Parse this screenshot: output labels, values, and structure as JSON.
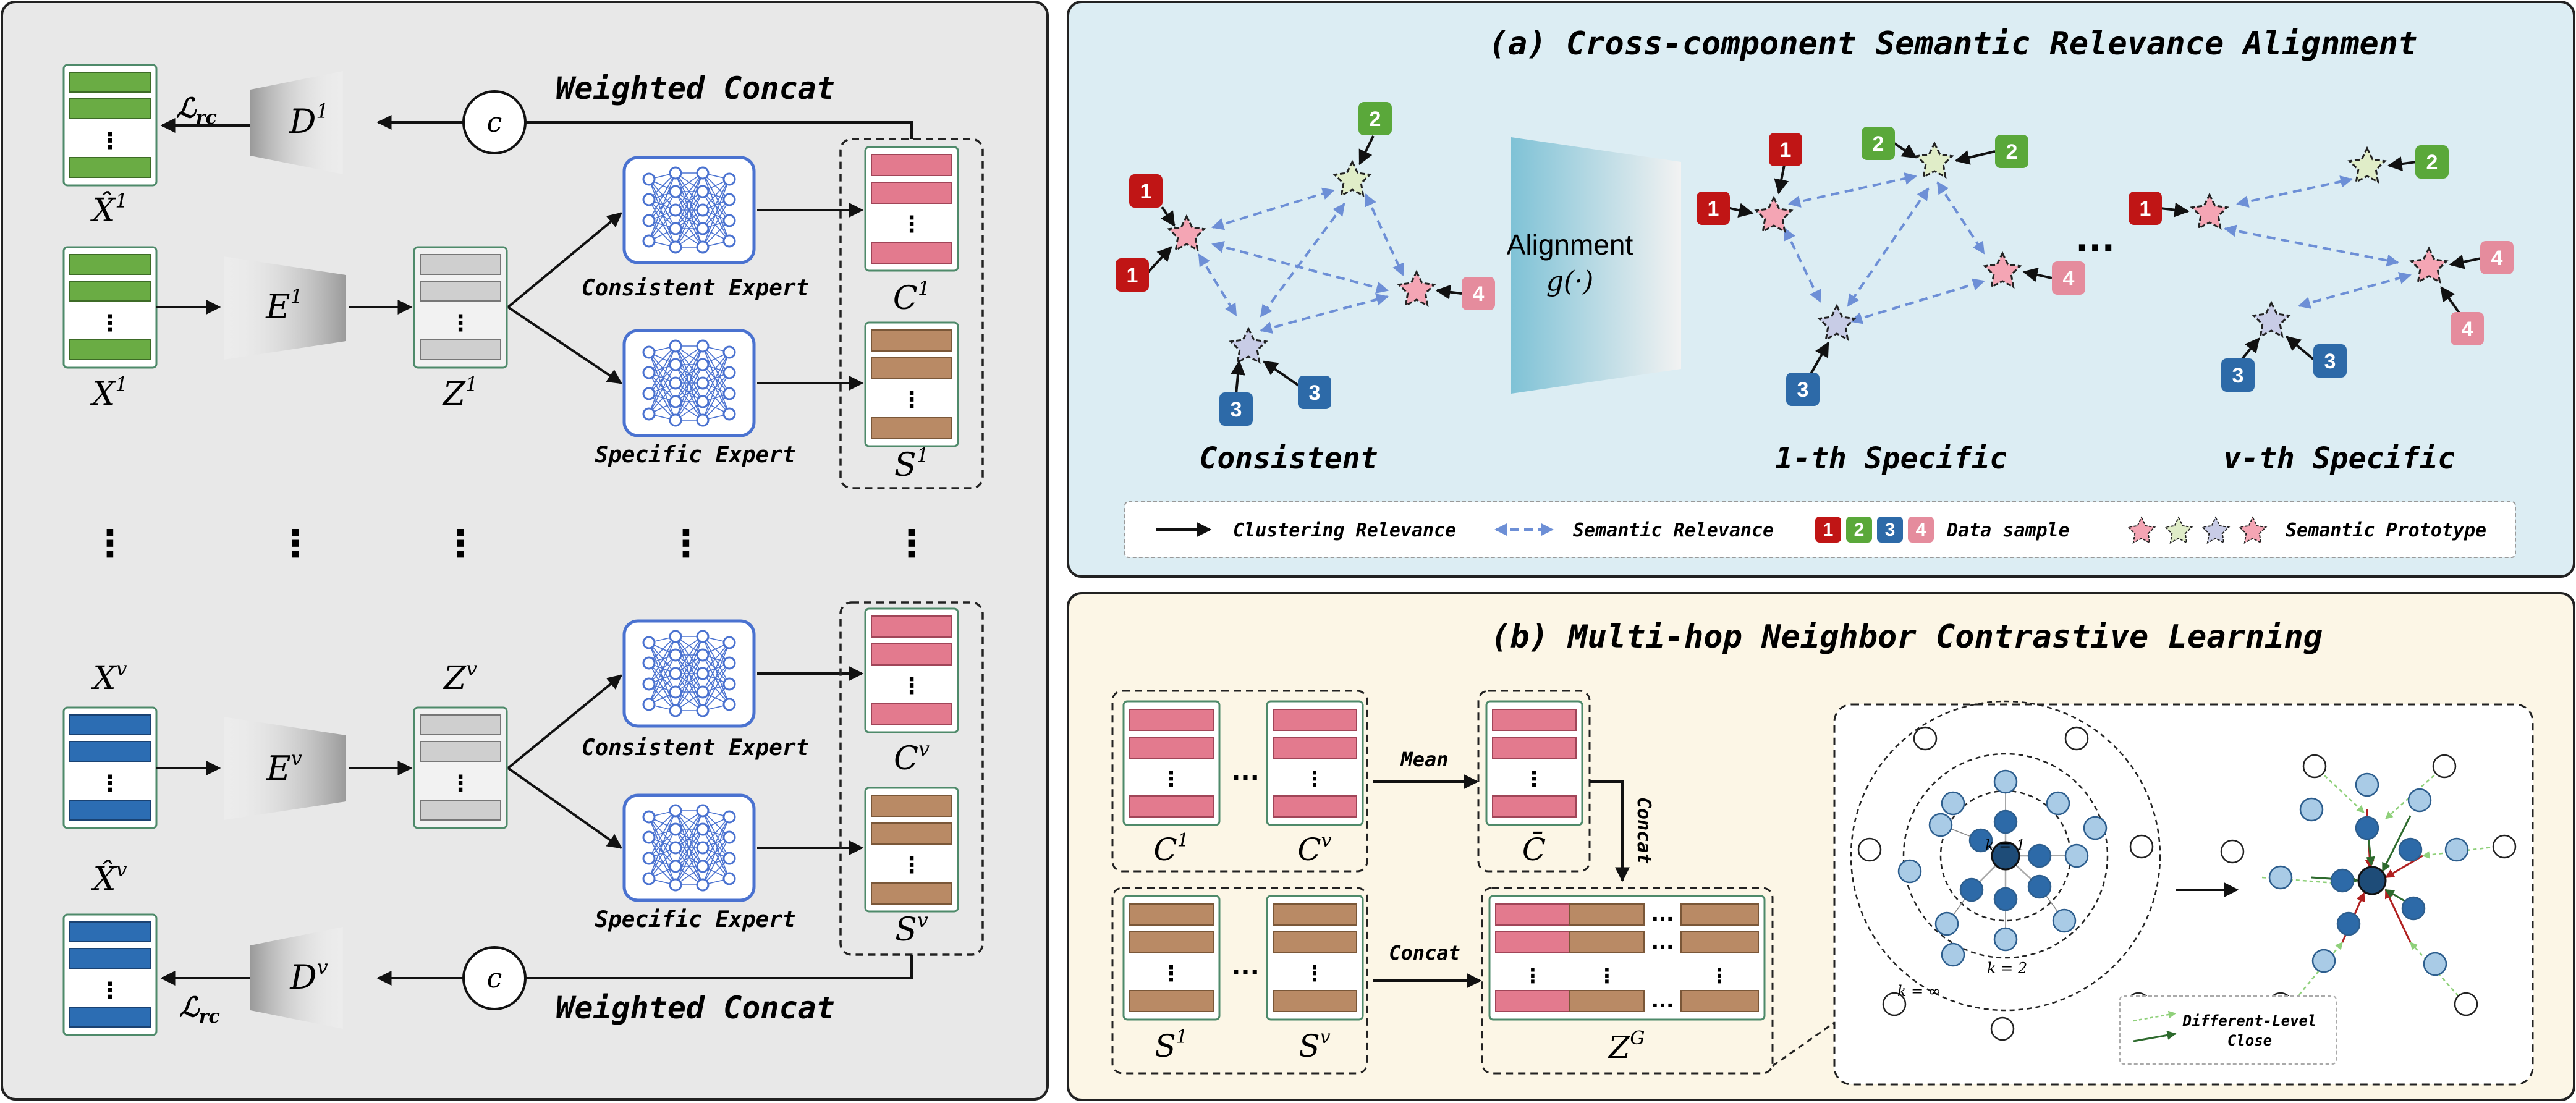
{
  "colors": {
    "left_bg": "#e8e8e8",
    "panel_a_bg": "#dcedf3",
    "panel_b_bg": "#fcf6e6",
    "green": "#6aac44",
    "blue": "#2c6db3",
    "pink": "#e37a8e",
    "brown": "#b98a65",
    "gray": "#cfcfcf",
    "expert": "#4a72d0",
    "n_red": "#c01515",
    "n_green": "#5aa83a",
    "n_blue": "#2d6aa8",
    "n_pink": "#e58c9d",
    "dash_arrow": "#6d8fd6",
    "node_dark": "#2d5e8e",
    "node_light": "#a9cbe6"
  },
  "left": {
    "weighted_concat_top": "Weighted Concat",
    "weighted_concat_bottom": "Weighted Concat",
    "concat_symbol": "c",
    "loss": "ℒ",
    "loss_sub": "rc",
    "xhat1": "X̂",
    "xhat1_sup": "1",
    "x1": "X",
    "x1_sup": "1",
    "z1": "Z",
    "z1_sup": "1",
    "c1": "C",
    "c1_sup": "1",
    "s1": "S",
    "s1_sup": "1",
    "e1": "E",
    "e1_sup": "1",
    "d1": "D",
    "d1_sup": "1",
    "xv": "X",
    "xv_sup": "v",
    "xhatv": "X̂",
    "xhatv_sup": "v",
    "zv": "Z",
    "zv_sup": "v",
    "cv": "C",
    "cv_sup": "v",
    "sv": "S",
    "sv_sup": "v",
    "ev": "E",
    "ev_sup": "v",
    "dv": "D",
    "dv_sup": "v",
    "consistent_expert": "Consistent Expert",
    "specific_expert": "Specific Expert",
    "vdots": "⋮"
  },
  "panel_a": {
    "title": "(a) Cross-component Semantic Relevance Alignment",
    "alignment": "Alignment",
    "alignment_fn": "g(·)",
    "label_consistent": "Consistent",
    "label_1th": "1-th Specific",
    "label_vth": "v-th Specific",
    "ellipsis": "···",
    "legend": {
      "clustering": "Clustering Relevance",
      "semantic": "Semantic Relevance",
      "data_sample": "Data sample",
      "prototype": "Semantic Prototype"
    },
    "sample_numbers": [
      "1",
      "2",
      "3",
      "4"
    ]
  },
  "panel_b": {
    "title": "(b) Multi-hop Neighbor Contrastive Learning",
    "mean": "Mean",
    "concat_right": "Concat",
    "concat_lower": "Concat",
    "c1": "C",
    "c1_sup": "1",
    "cv": "C",
    "cv_sup": "v",
    "cbar": "C̄",
    "s1": "S",
    "s1_sup": "1",
    "sv": "S",
    "sv_sup": "v",
    "zg": "Z",
    "zg_sup": "G",
    "hdots": "···",
    "k1": "k = 1",
    "k2": "k = 2",
    "kinf": "k = ∞",
    "legend_line1": "Different-Level",
    "legend_line2": "Close"
  }
}
